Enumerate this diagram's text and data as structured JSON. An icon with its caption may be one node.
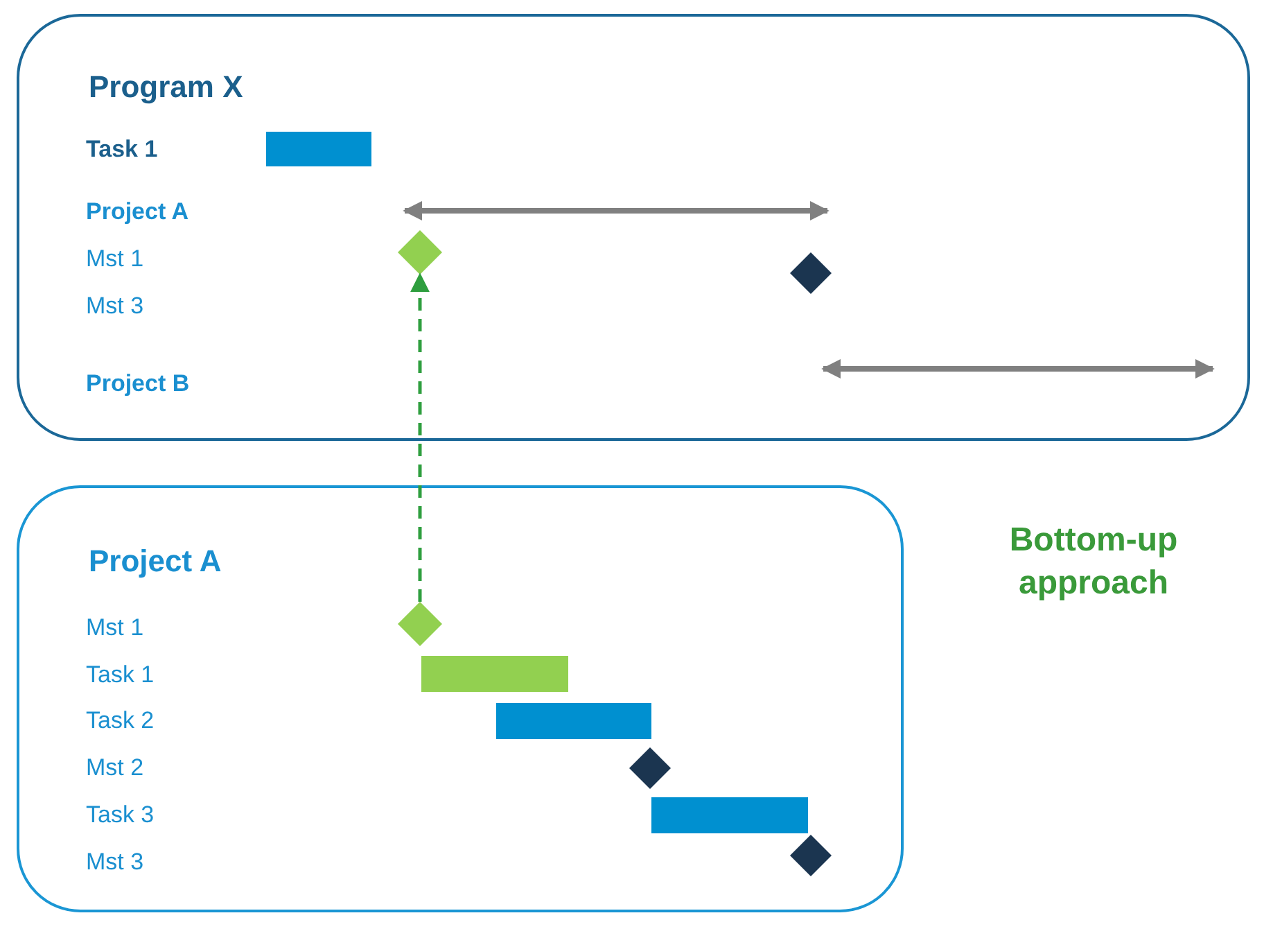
{
  "diagram": {
    "nodes": [
      {
        "text": [
          "Program X"
        ]
      },
      {
        "text": [
          "Project A"
        ]
      },
      {
        "text": [],
        "shape": "diamond",
        "in": 0
      },
      {
        "text": [],
        "shape": "diamond",
        "in": 1
      },
      {
        "text": [],
        "shape": "bar",
        "in": 0
      },
      {
        "text": [],
        "shape": "diamond",
        "in": 0
      },
      {
        "text": [],
        "shape": "bar",
        "in": 1
      },
      {
        "text": [],
        "shape": "bar",
        "in": 1
      },
      {
        "text": [],
        "shape": "diamond",
        "in": 1
      },
      {
        "text": [],
        "shape": "bar",
        "in": 1
      },
      {
        "text": [],
        "shape": "diamond",
        "in": 1
      }
    ],
    "edges": [
      {
        "from": 3,
        "to": 2,
        "arrow": "to",
        "style": "dashed",
        "color": "#2e9e3e"
      }
    ],
    "labels": [
      "Task 1",
      "Project A",
      "Mst 1",
      "Mst 3",
      "Project B",
      "Mst 1",
      "Task 1",
      "Task 2",
      "Mst 2",
      "Task 3",
      "Mst 3",
      "Bottom-up approach"
    ]
  }
}
